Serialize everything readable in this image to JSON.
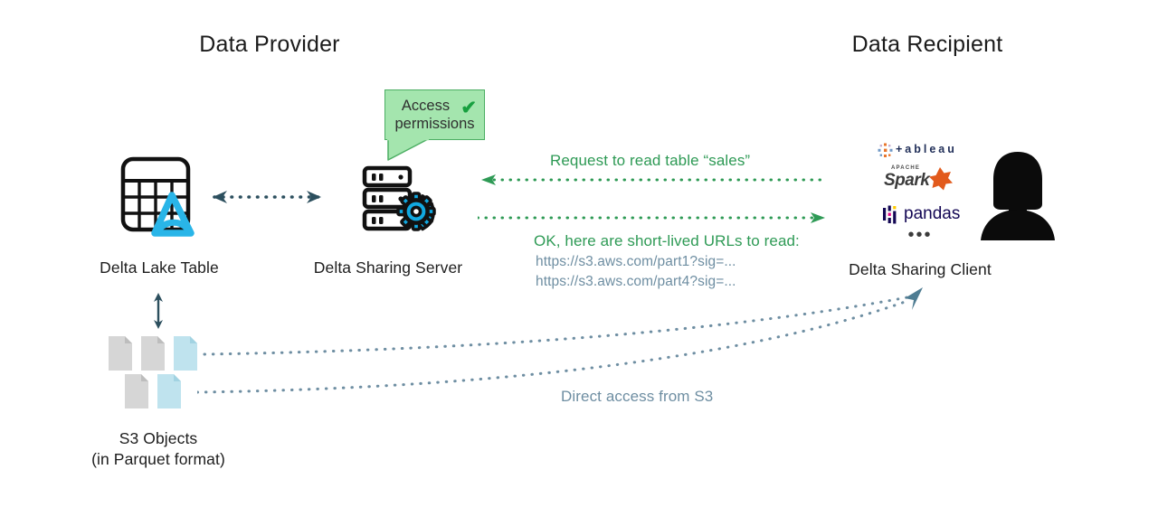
{
  "diagram": {
    "title_provider": "Data Provider",
    "title_recipient": "Data Recipient"
  },
  "nodes": {
    "delta_lake_table": {
      "label": "Delta Lake Table",
      "icon": "delta-lake-table-icon"
    },
    "delta_sharing_server": {
      "label": "Delta Sharing Server",
      "icon": "server-gear-icon"
    },
    "delta_sharing_client": {
      "label": "Delta Sharing Client",
      "icon": "person-avatar-icon"
    },
    "s3_objects": {
      "label_line1": "S3 Objects",
      "label_line2": "(in Parquet format)",
      "icon": "file-document-icon"
    }
  },
  "callout": {
    "line1": "Access",
    "line2": "permissions",
    "check": "✔",
    "fill": "#a4e5ae",
    "border": "#4cae63",
    "check_color": "#17a03f"
  },
  "messages": {
    "request": "Request to read table “sales”",
    "response_title": "OK, here are short-lived URLs to read:",
    "response_url1": "https://s3.aws.com/part1?sig=...",
    "response_url2": "https://s3.aws.com/part4?sig=...",
    "direct_access": "Direct access from S3"
  },
  "clients": {
    "logos": [
      {
        "name": "tableau",
        "text": "+ableau"
      },
      {
        "name": "apache-spark",
        "small": "APACHE",
        "text": "Spark"
      },
      {
        "name": "pandas",
        "text": "pandas"
      }
    ],
    "more": "•••"
  },
  "colors": {
    "green": "#2e9a55",
    "green_arrow": "#2e9a55",
    "blue_gray": "#6e8ea2",
    "teal_arrow": "#2c4f5e",
    "delta_cyan": "#29b5e8",
    "gear_blue": "#11a8e0",
    "file_gray": "#d6d6d6",
    "file_blue": "#bfe3ee",
    "text_dark": "#1d1d1d"
  }
}
